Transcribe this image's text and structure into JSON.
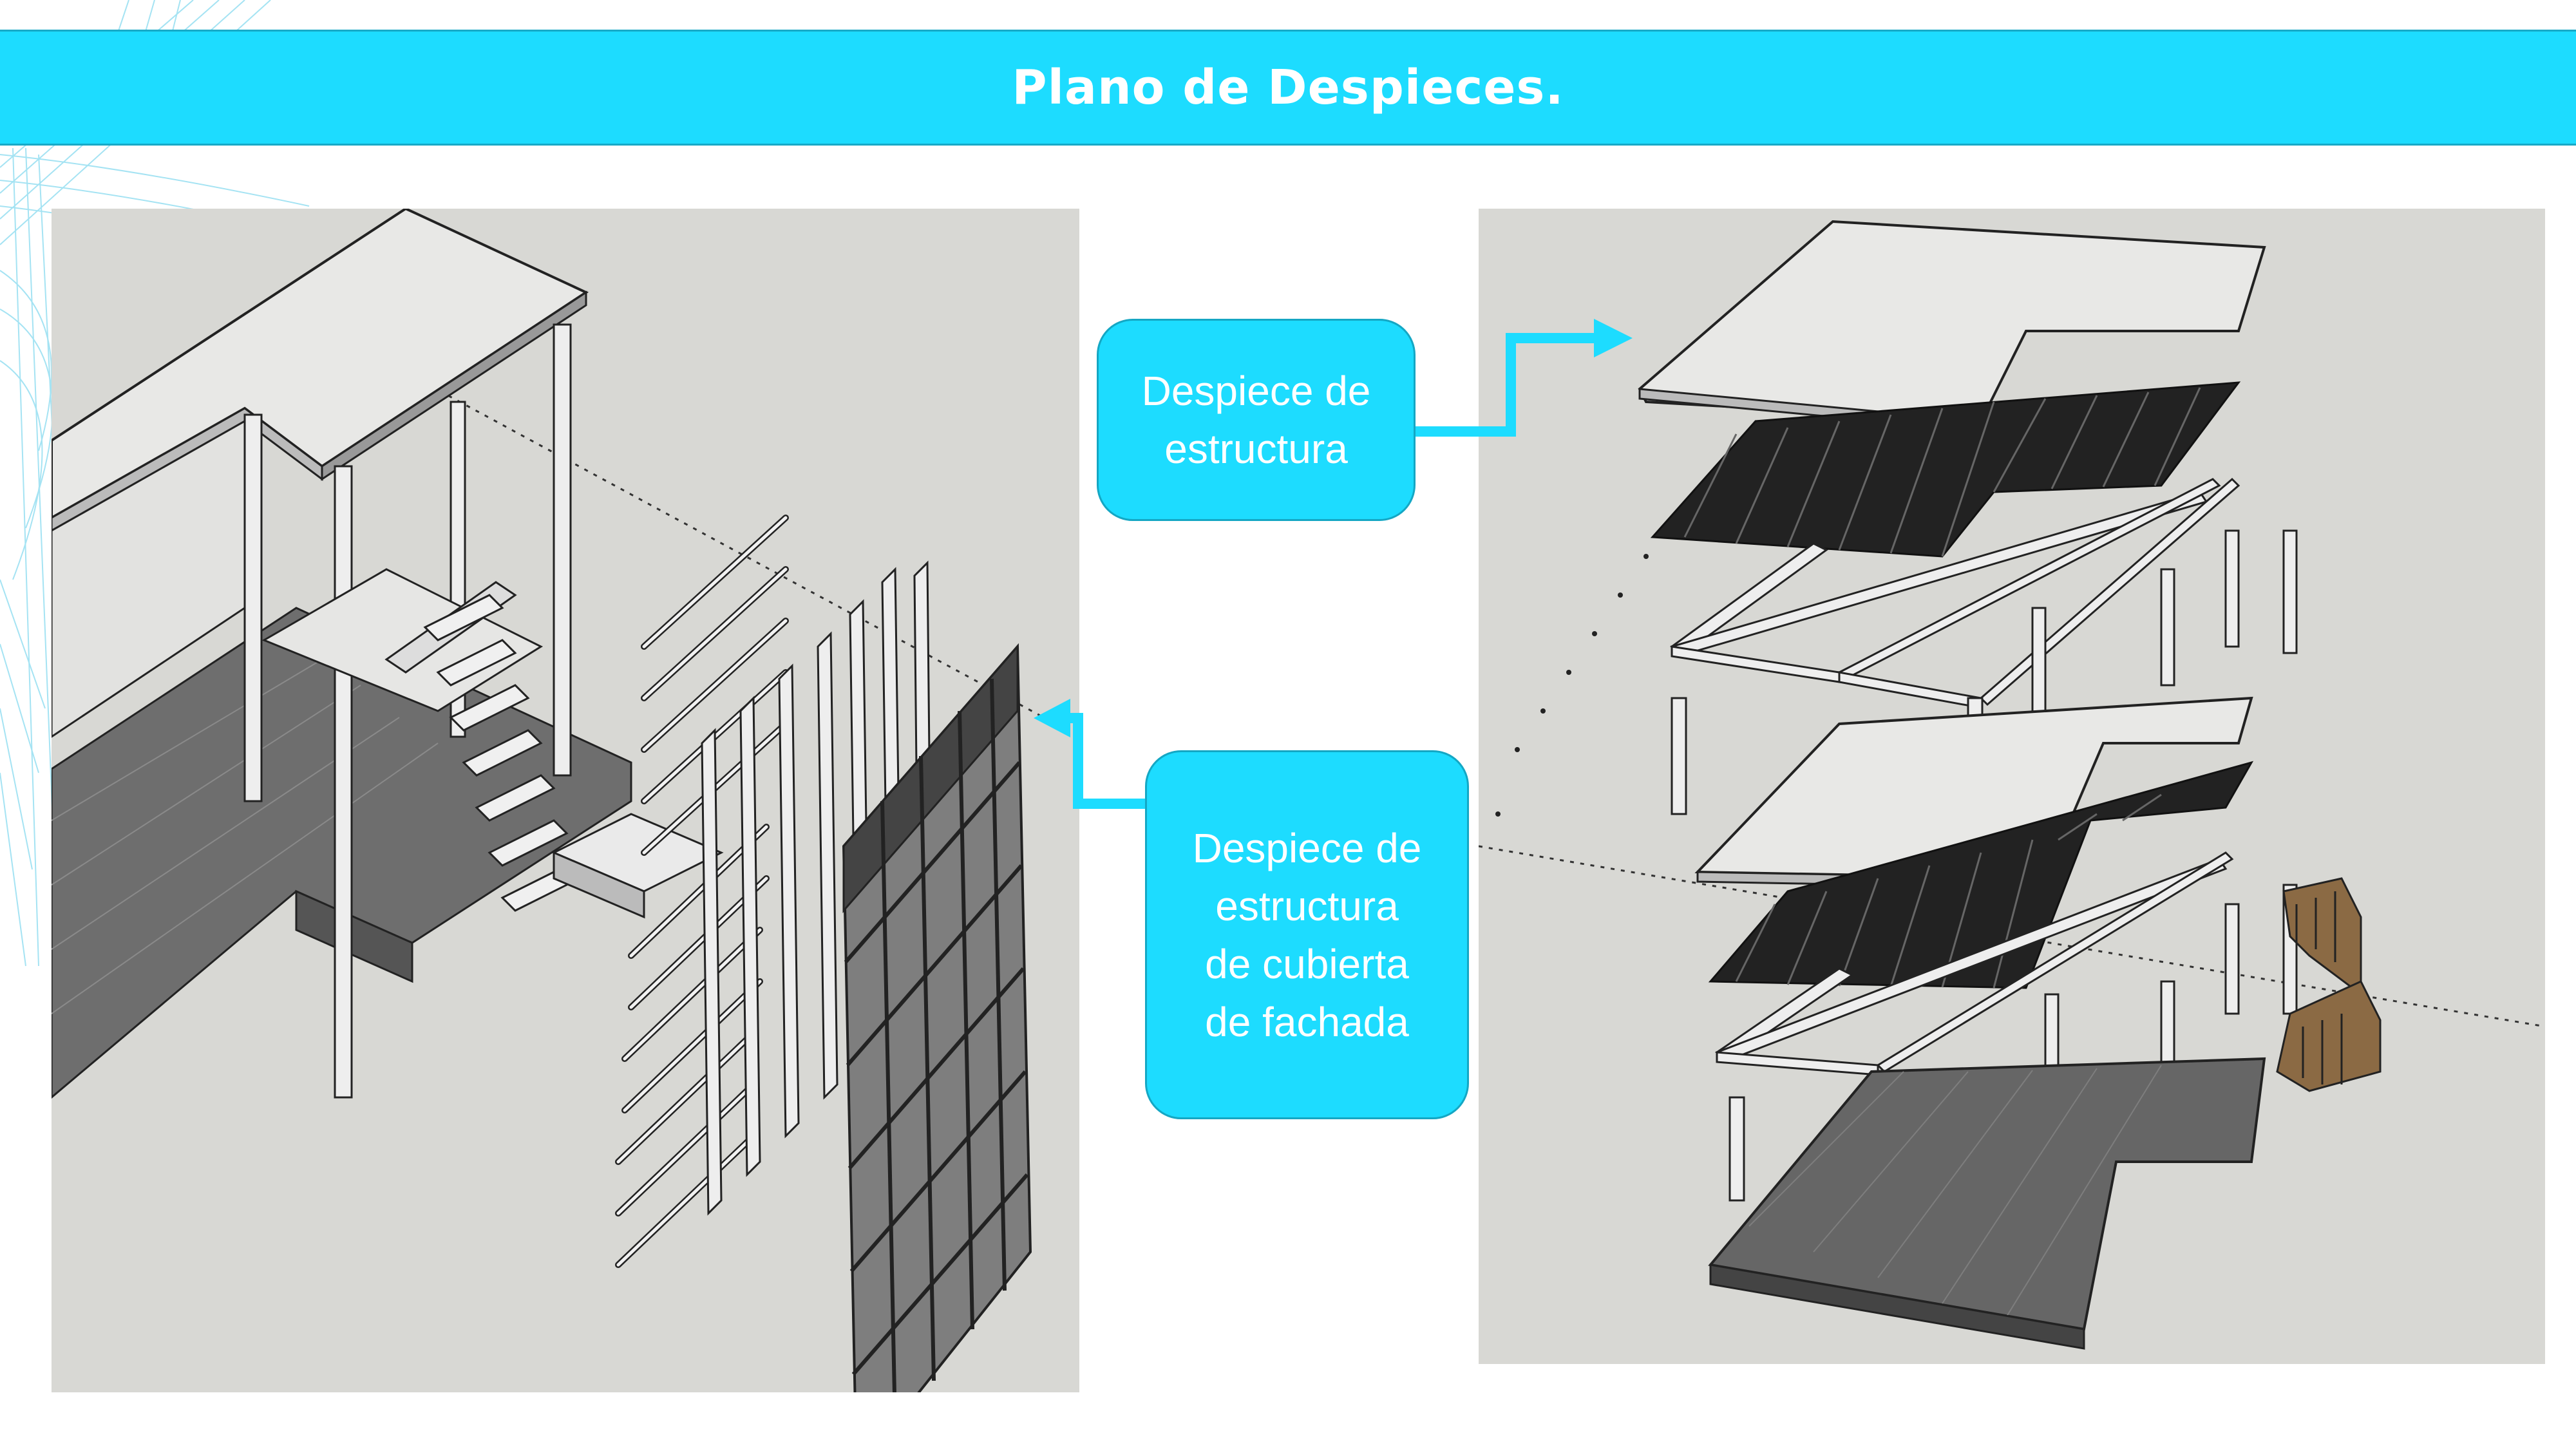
{
  "title": "Plano de Despieces.",
  "callouts": {
    "structure": "Despiece de\nestructura",
    "roof_facade": "Despiece de\nestructura\nde cubierta\nde fachada"
  },
  "colors": {
    "accent": "#1ddcff",
    "panel_bg": "#d8d8d4",
    "text_on_accent": "#ffffff"
  },
  "images": {
    "left": "exploded-facade-structure-model",
    "right": "exploded-building-structure-model"
  }
}
